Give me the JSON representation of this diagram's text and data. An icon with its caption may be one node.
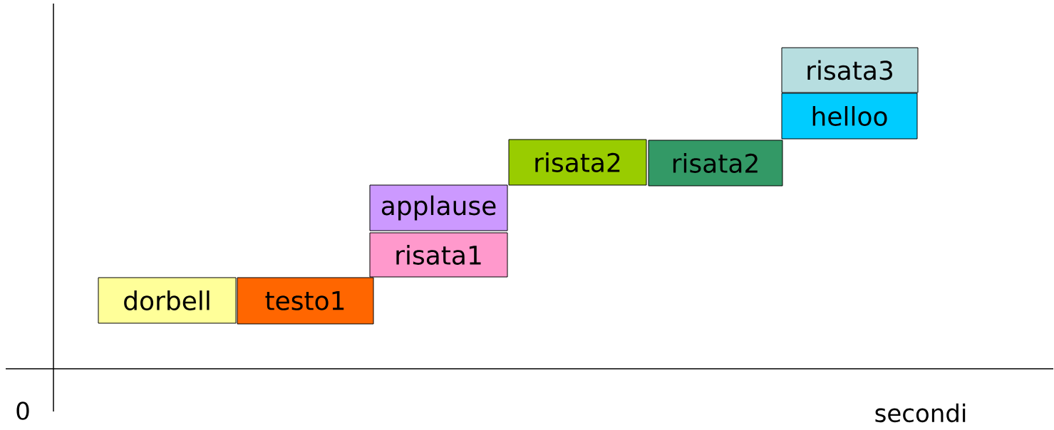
{
  "diagram": {
    "nodes": [
      {
        "text": [
          "dorbell"
        ]
      },
      {
        "text": [
          "testo1"
        ]
      },
      {
        "text": [
          "risata1"
        ]
      },
      {
        "text": [
          "applause"
        ]
      },
      {
        "text": [
          "risata2"
        ]
      },
      {
        "text": [
          "risata2"
        ]
      },
      {
        "text": [
          "helloo"
        ]
      },
      {
        "text": [
          "risata3"
        ]
      }
    ],
    "labels": [
      "0",
      "secondi"
    ]
  }
}
